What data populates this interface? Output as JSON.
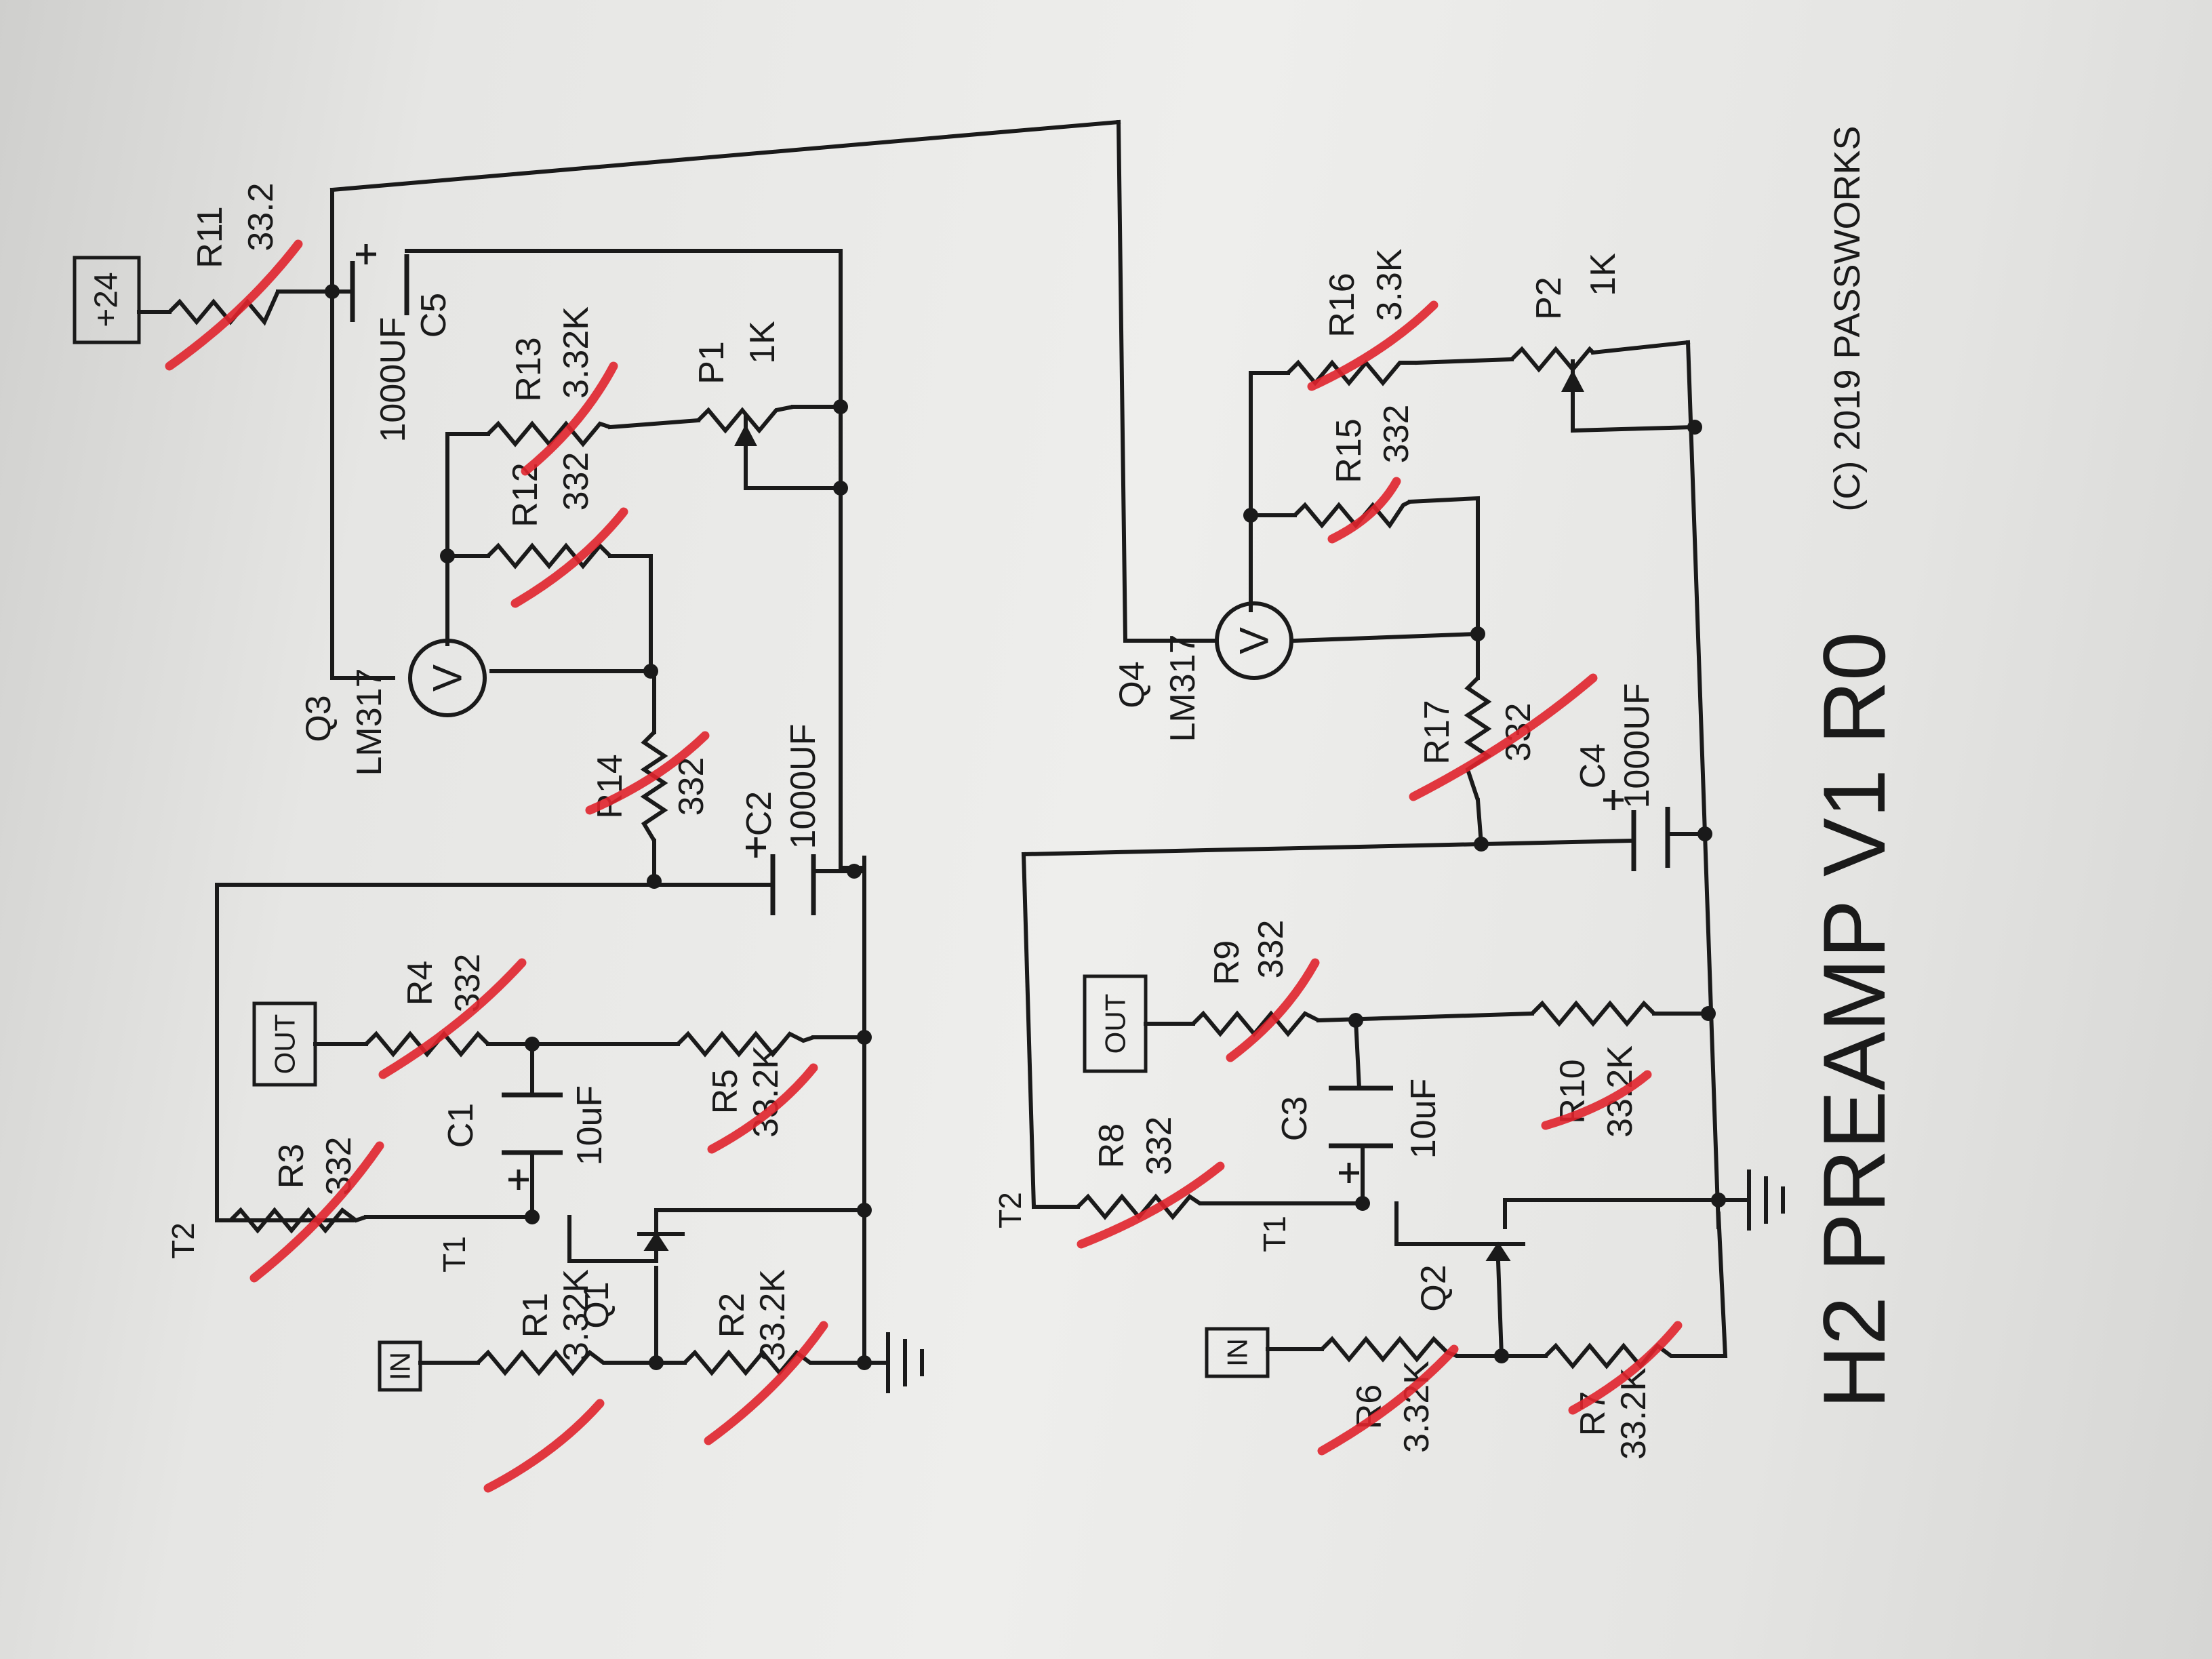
{
  "schematic": {
    "title": "H2 PREAMP V1 R0",
    "copyright": "(C) 2019 PASSWORKS",
    "supply": "+24",
    "ports": {
      "in1": "IN",
      "out1": "OUT",
      "in2": "IN",
      "out2": "OUT"
    },
    "terminals": {
      "t2a": "T2",
      "t1a": "T1",
      "t2b": "T2",
      "t1b": "T1"
    },
    "components": [
      {
        "id": "r1",
        "ref": "R1",
        "value": "3.32K",
        "struck": true
      },
      {
        "id": "r2",
        "ref": "R2",
        "value": "33.2K",
        "struck": true
      },
      {
        "id": "r3",
        "ref": "R3",
        "value": "332",
        "struck": true
      },
      {
        "id": "r4",
        "ref": "R4",
        "value": "332",
        "struck": true
      },
      {
        "id": "r5",
        "ref": "R5",
        "value": "33.2K",
        "struck": true
      },
      {
        "id": "c1",
        "ref": "C1",
        "value": "10uF",
        "struck": false
      },
      {
        "id": "q1",
        "ref": "Q1",
        "value": "",
        "struck": false
      },
      {
        "id": "c2",
        "ref": "C2",
        "value": "1000UF",
        "struck": false
      },
      {
        "id": "r14",
        "ref": "R14",
        "value": "332",
        "struck": true
      },
      {
        "id": "q3",
        "ref": "Q3",
        "value": "LM317",
        "struck": false
      },
      {
        "id": "r12",
        "ref": "R12",
        "value": "332",
        "struck": true
      },
      {
        "id": "r13",
        "ref": "R13",
        "value": "3.32K",
        "struck": true
      },
      {
        "id": "p1",
        "ref": "P1",
        "value": "1K",
        "struck": false
      },
      {
        "id": "c5",
        "ref": "C5",
        "value": "1000UF",
        "struck": false
      },
      {
        "id": "r11",
        "ref": "R11",
        "value": "33.2",
        "struck": true
      },
      {
        "id": "r6",
        "ref": "R6",
        "value": "3.32K",
        "struck": true
      },
      {
        "id": "r7",
        "ref": "R7",
        "value": "33.2K",
        "struck": true
      },
      {
        "id": "r8",
        "ref": "R8",
        "value": "332",
        "struck": true
      },
      {
        "id": "r9",
        "ref": "R9",
        "value": "332",
        "struck": true
      },
      {
        "id": "r10",
        "ref": "R10",
        "value": "33.2K",
        "struck": true
      },
      {
        "id": "c3",
        "ref": "C3",
        "value": "10uF",
        "struck": false
      },
      {
        "id": "q2",
        "ref": "Q2",
        "value": "",
        "struck": false
      },
      {
        "id": "c4",
        "ref": "C4",
        "value": "1000UF",
        "struck": false
      },
      {
        "id": "r17",
        "ref": "R17",
        "value": "332",
        "struck": true
      },
      {
        "id": "q4",
        "ref": "Q4",
        "value": "LM317",
        "struck": false
      },
      {
        "id": "r15",
        "ref": "R15",
        "value": "332",
        "struck": true
      },
      {
        "id": "r16",
        "ref": "R16",
        "value": "3.3K",
        "struck": true
      },
      {
        "id": "p2",
        "ref": "P2",
        "value": "1K",
        "struck": false
      }
    ],
    "colors": {
      "ink": "#1a1a1a",
      "markup": "#e0242c",
      "paper": "#ececea"
    }
  }
}
